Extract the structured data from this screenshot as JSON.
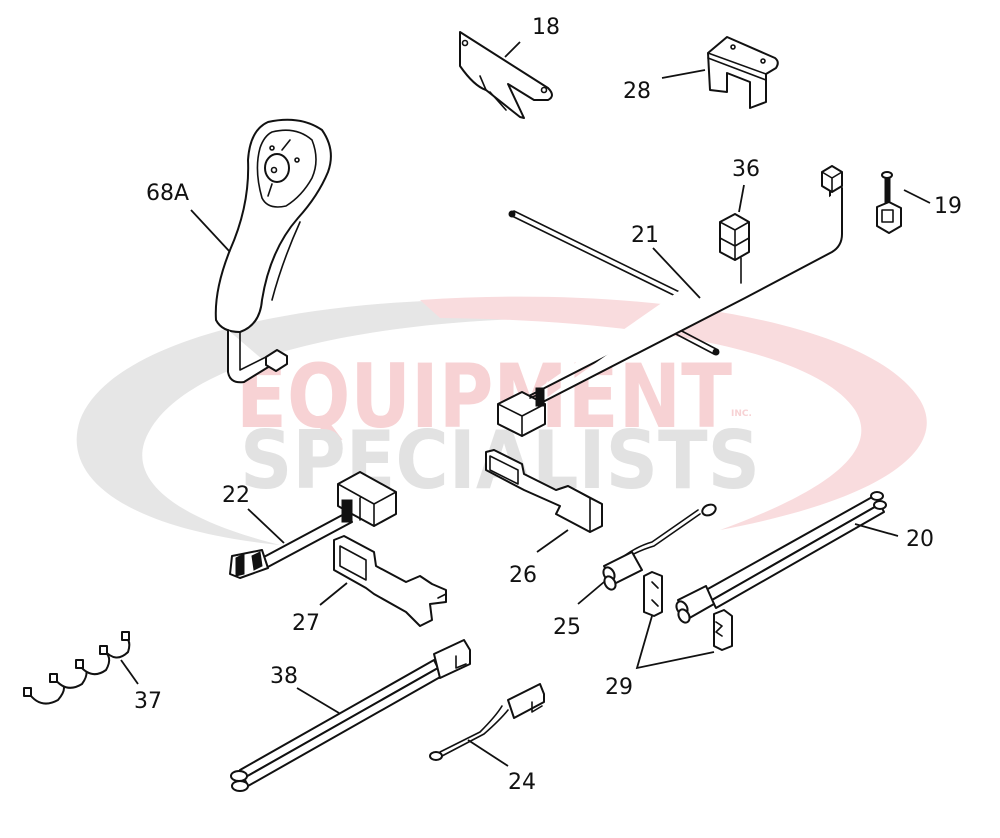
{
  "watermark": {
    "line1": "EQUIPMENT",
    "line2": "SPECIALISTS",
    "suffix": "INC.",
    "colors": {
      "red": "#f7d2d4",
      "gray": "#e2e2e2",
      "swoosh_gray": "#e6e6e6",
      "swoosh_red": "#f9dcde"
    }
  },
  "callouts": [
    {
      "id": "18",
      "label": "18",
      "part": "mounting-bracket"
    },
    {
      "id": "28",
      "label": "28",
      "part": "bracket-clip"
    },
    {
      "id": "68A",
      "label": "68A",
      "part": "joystick-control-handle"
    },
    {
      "id": "36",
      "label": "36",
      "part": "relay"
    },
    {
      "id": "21",
      "label": "21",
      "part": "main-wiring-harness"
    },
    {
      "id": "19",
      "label": "19",
      "part": "cable-tie-mount"
    },
    {
      "id": "22",
      "label": "22",
      "part": "pigtail-harness"
    },
    {
      "id": "26",
      "label": "26",
      "part": "connector-cap"
    },
    {
      "id": "27",
      "label": "27",
      "part": "connector-cover"
    },
    {
      "id": "25",
      "label": "25",
      "part": "ground-lead"
    },
    {
      "id": "20",
      "label": "20",
      "part": "battery-cable"
    },
    {
      "id": "29",
      "label": "29",
      "part": "cable-clamp-pair"
    },
    {
      "id": "37",
      "label": "37",
      "part": "light-harness-coil"
    },
    {
      "id": "38",
      "label": "38",
      "part": "power-cable"
    },
    {
      "id": "24",
      "label": "24",
      "part": "fused-lead"
    }
  ]
}
